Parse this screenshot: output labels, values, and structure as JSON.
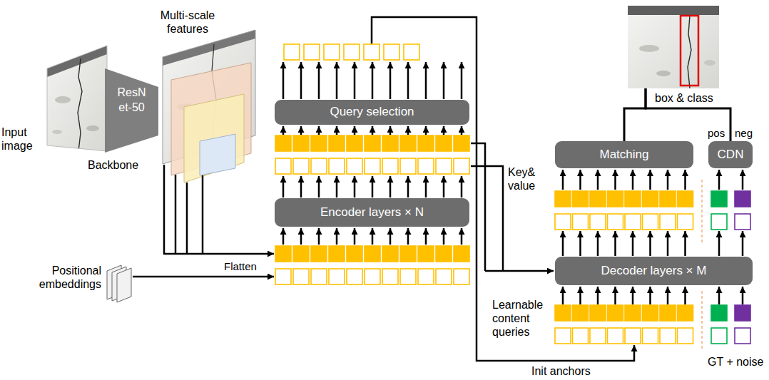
{
  "diagram": {
    "nodes": [
      {
        "text": [
          "ResN et-50",
          "Backbone"
        ]
      },
      {
        "text": [
          "Query selection"
        ]
      },
      {
        "text": [
          "Encoder layers × N"
        ]
      },
      {
        "text": [
          "box & class"
        ]
      },
      {
        "text": [
          "Matching"
        ]
      },
      {
        "text": [
          "CDN"
        ]
      },
      {
        "text": [
          "Decoder layers × M"
        ]
      }
    ],
    "edges": [
      {
        "from": 4,
        "to": 3,
        "arrow": "none"
      },
      {
        "from": 5,
        "to": 3,
        "arrow": "none"
      }
    ],
    "labels": [
      "Input image",
      "Multi-scale features",
      "Positional embeddings",
      "Flatten",
      "Key& value",
      "Learnable content queries",
      "Init anchors",
      "pos",
      "neg",
      "GT + noise"
    ]
  }
}
